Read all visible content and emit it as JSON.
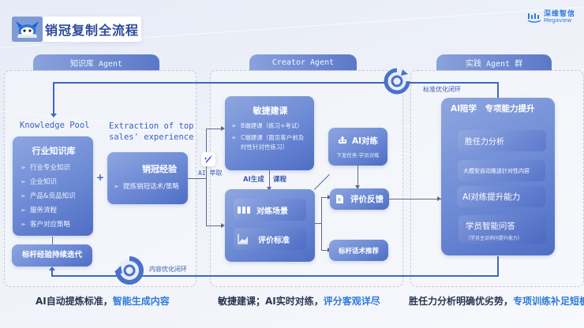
{
  "header": {
    "title": "销冠复制全流程",
    "brand_cn": "深维智信",
    "brand_en": "Megaview"
  },
  "sections": {
    "knowledge": {
      "title": "知识库 Agent",
      "pool_label": "Knowledge Pool",
      "extraction_label_line1": "Extraction of top",
      "extraction_label_line2": "sales' experience",
      "industry_card": {
        "title": "行业知识库",
        "items": [
          "行业专业知识",
          "企业知识",
          "产品&竞品知识",
          "服务流程",
          "客户对应策略"
        ]
      },
      "plus": "+",
      "experience_card": {
        "title": "销冠经验",
        "items": [
          "提炼销冠话术/策略"
        ]
      },
      "iterate_card": "标杆经验持续迭代",
      "loop_label": "内容优化闭环",
      "caption_plain": "AI自动提炼标准，",
      "caption_highlight": "智能生成内容"
    },
    "creator": {
      "title": "Creator Agent",
      "extract_label": "AI 萃取",
      "agile_card": {
        "title": "敏捷建课",
        "items": [
          "B端建课（练习+考试）",
          "C端建课（面见客户前及时性针对性练习）"
        ]
      },
      "gen_label_a": "AI生成",
      "gen_label_b": "课程",
      "scene_label": "对练场景",
      "criteria_label": "评价标准",
      "practice_card": {
        "title": "AI对练",
        "sub": "下发任务-学员对练"
      },
      "feedback_label": "评价反馈",
      "recommend_label": "标杆话术推荐",
      "caption_plain": "敏捷建课；AI实时对练，",
      "caption_highlight": "评分客观详尽"
    },
    "practice": {
      "title": "实践 Agent 群",
      "loop_label": "标准优化闭环",
      "main_card_title": "AI陪学　专项能力提升",
      "items": [
        {
          "label": "胜任力分析",
          "sub": ""
        },
        {
          "label": "大模型自动推送针对性内容",
          "sub": ""
        },
        {
          "label": "AI对练提升能力",
          "sub": ""
        },
        {
          "label": "学员智能问答",
          "sub": "（学员主动询问提升能力）"
        }
      ],
      "caption_plain": "胜任力分析明确优劣势，",
      "caption_highlight": "专项训练补足短板"
    }
  },
  "icons": {
    "logo": "mascot-logo",
    "brand": "megaview-logo",
    "loop": "refresh-loop-icon",
    "magic": "magic-wand-icon",
    "robot": "robot-icon",
    "document": "document-icon",
    "bars": "bar-icon",
    "chart": "line-chart-icon"
  },
  "colors": {
    "accent": "#3c66c8",
    "highlight": "#2e7ad8",
    "card_start": "#8ea6df",
    "card_end": "#4f6ec4"
  }
}
